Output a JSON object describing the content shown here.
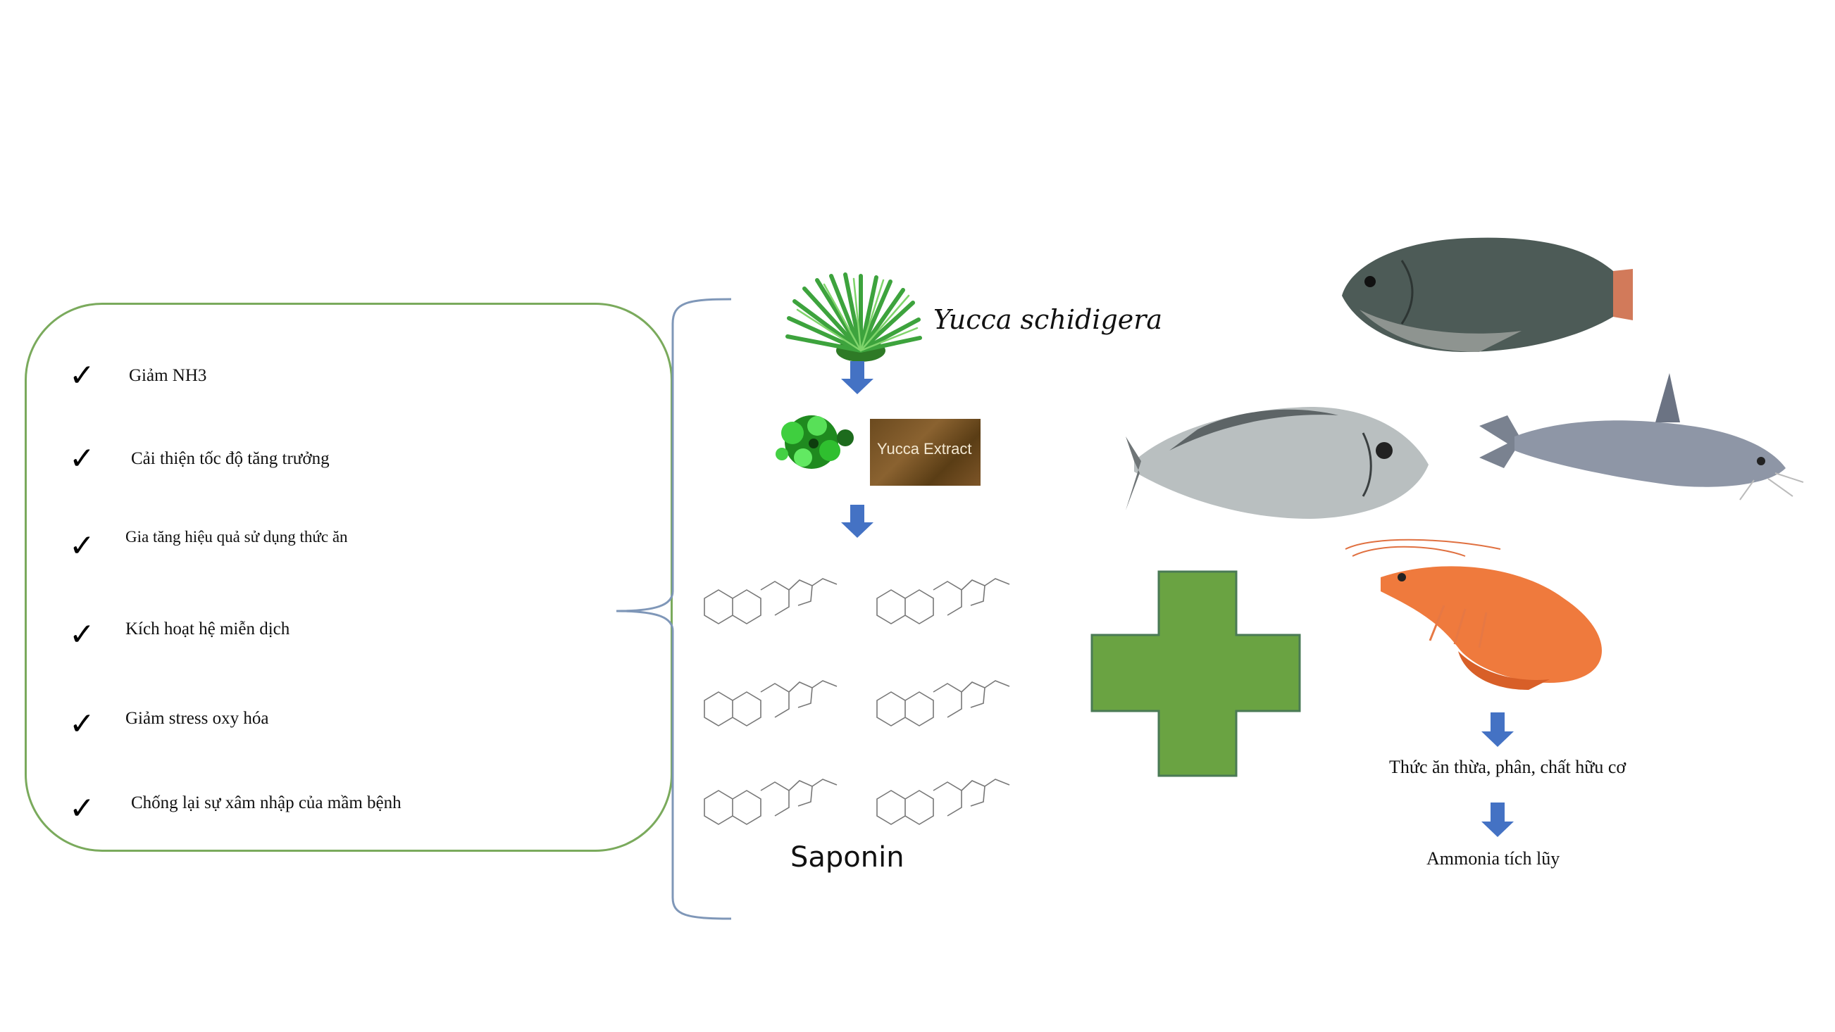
{
  "benefits": [
    {
      "check": "✓",
      "text": "Giảm NH3"
    },
    {
      "check": "✓",
      "text": "Cải thiện tốc độ tăng trưởng"
    },
    {
      "check": "✓",
      "text": "Gia tăng hiệu quả sử dụng thức ăn"
    },
    {
      "check": "✓",
      "text": "Kích hoạt hệ miễn dịch"
    },
    {
      "check": "✓",
      "text": "Giảm stress oxy hóa"
    },
    {
      "check": "✓",
      "text": "Chống lại sự xâm nhập của mầm bệnh"
    }
  ],
  "plant": {
    "name": "Yucca schidigera",
    "icon": "yucca-plant-icon"
  },
  "extract": {
    "label": "Yucca Extract",
    "powder_icon": "yucca-powder-icon"
  },
  "compound": {
    "label": "Saponin",
    "structures_icon": "saponin-structures-icon"
  },
  "animals": [
    "tilapia-icon",
    "sea-bream-icon",
    "catfish-icon",
    "shrimp-icon"
  ],
  "flow": {
    "step1": "Thức ăn thừa, phân, chất hữu cơ",
    "step2": "Ammonia tích lũy"
  },
  "colors": {
    "arrow": "#4472c4",
    "plus": "#6aa342",
    "box_border": "#7aaa5c",
    "leaf": "#3da33d"
  }
}
